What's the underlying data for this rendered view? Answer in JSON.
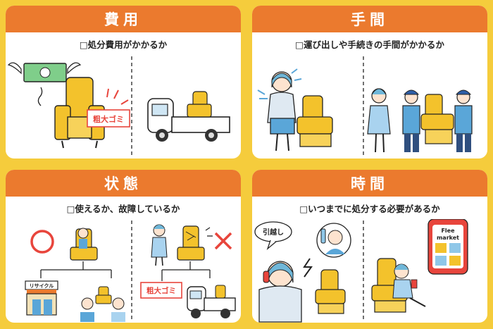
{
  "panels": [
    {
      "title": "費用",
      "question": "処分費用がかかるか"
    },
    {
      "title": "手間",
      "question": "運び出しや手続きの手間がかかるか"
    },
    {
      "title": "状態",
      "question": "使えるか、故障しているか"
    },
    {
      "title": "時間",
      "question": "いつまでに処分する必要があるか"
    }
  ],
  "labels": {
    "sodai_gomi": "粗大ゴミ",
    "sodai_gomi_2": "粗大ゴミ",
    "recycle_shop": "リサイクル",
    "moving_bubble": "引越し",
    "flea_market_1": "Flee",
    "flea_market_2": "market",
    "checkbox_glyph": "□",
    "circle_mark": "○",
    "cross_mark": "×"
  },
  "colors": {
    "background": "#f5cc3c",
    "header": "#eb7a2e",
    "chair": "#f3c22c",
    "badge_red": "#e8453c",
    "shirt_blue": "#5aa6d8"
  }
}
